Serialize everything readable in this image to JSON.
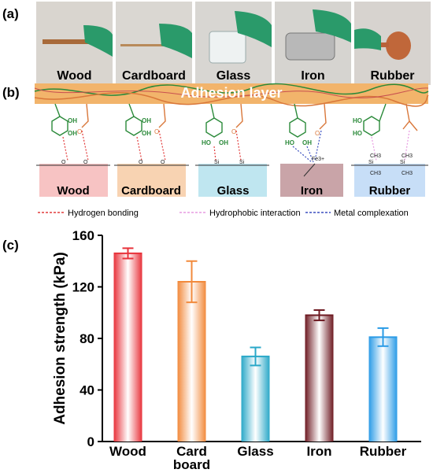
{
  "panels": {
    "a": {
      "label": "(a)",
      "photos": [
        {
          "caption": "Wood"
        },
        {
          "caption": "Cardboard"
        },
        {
          "caption": "Glass"
        },
        {
          "caption": "Iron"
        },
        {
          "caption": "Rubber"
        }
      ]
    },
    "b": {
      "label": "(b)",
      "adhesion_layer": "Adhesion layer",
      "chem": {
        "oh": "OH",
        "ho": "HO",
        "o": "O",
        "si": "Si",
        "ch3": "CH3",
        "fe": "Fe3+"
      },
      "substrates": [
        "Wood",
        "Cardboard",
        "Glass",
        "Iron",
        "Rubber"
      ],
      "legend": [
        {
          "label": "Hydrogen bonding",
          "color": "#e23b3b"
        },
        {
          "label": "Hydrophobic interaction",
          "color": "#e79be0"
        },
        {
          "label": "Metal complexation",
          "color": "#3a4fbf"
        }
      ]
    },
    "c": {
      "label": "(c)"
    }
  },
  "chart_data": {
    "type": "bar",
    "categories": [
      "Wood",
      "Card board",
      "Glass",
      "Iron",
      "Rubber"
    ],
    "category_lines": [
      [
        "Wood"
      ],
      [
        "Card",
        "board"
      ],
      [
        "Glass"
      ],
      [
        "Iron"
      ],
      [
        "Rubber"
      ]
    ],
    "values": [
      146,
      124,
      66,
      98,
      81
    ],
    "errors": [
      4,
      16,
      7,
      4,
      7
    ],
    "colors": [
      "#e8323a",
      "#f28a3c",
      "#2aa8c8",
      "#6e1a22",
      "#2a9be6"
    ],
    "ylabel": "Adhesion strength (kPa)",
    "xlabel": "",
    "ylim": [
      0,
      160
    ],
    "yticks": [
      0,
      40,
      80,
      120,
      160
    ],
    "grid": false
  }
}
